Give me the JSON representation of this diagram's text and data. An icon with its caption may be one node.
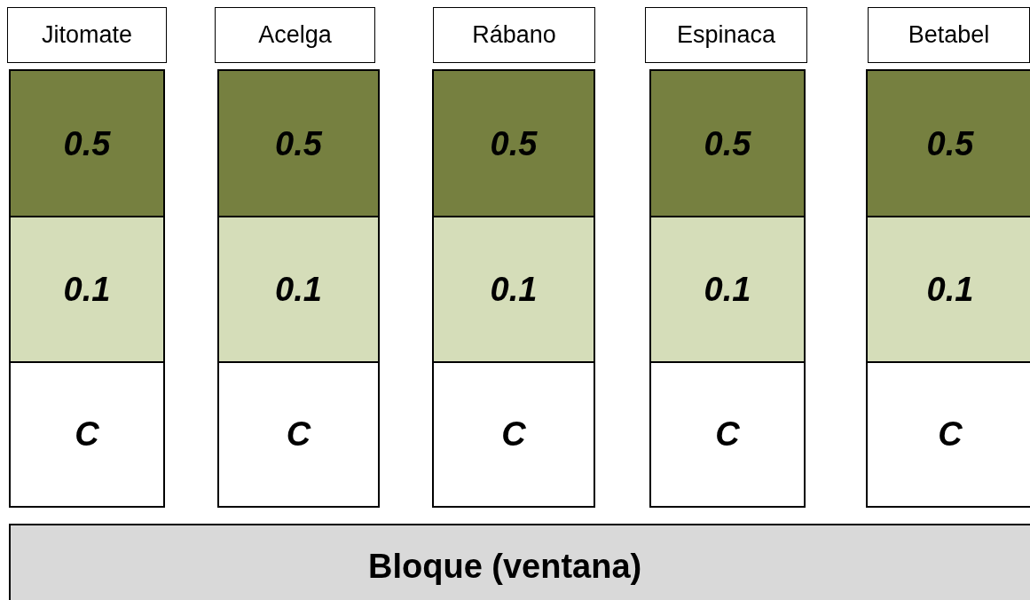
{
  "diagram": {
    "nodes": [
      {
        "text": [
          "Jitomate"
        ]
      },
      {
        "text": [
          "Acelga"
        ]
      },
      {
        "text": [
          "Rábano"
        ]
      },
      {
        "text": [
          "Espinaca"
        ]
      },
      {
        "text": [
          "Betabel"
        ]
      },
      {
        "text": [
          "0.5"
        ]
      },
      {
        "text": [
          "0.5"
        ]
      },
      {
        "text": [
          "0.5"
        ]
      },
      {
        "text": [
          "0.5"
        ]
      },
      {
        "text": [
          "0.5"
        ]
      },
      {
        "text": [
          "0.1"
        ]
      },
      {
        "text": [
          "0.1"
        ]
      },
      {
        "text": [
          "0.1"
        ]
      },
      {
        "text": [
          "0.1"
        ]
      },
      {
        "text": [
          "0.1"
        ]
      },
      {
        "text": [
          "C"
        ]
      },
      {
        "text": [
          "C"
        ]
      },
      {
        "text": [
          "C"
        ]
      },
      {
        "text": [
          "C"
        ]
      },
      {
        "text": [
          "C"
        ]
      },
      {
        "text": [
          "Bloque (ventana)"
        ]
      }
    ]
  }
}
